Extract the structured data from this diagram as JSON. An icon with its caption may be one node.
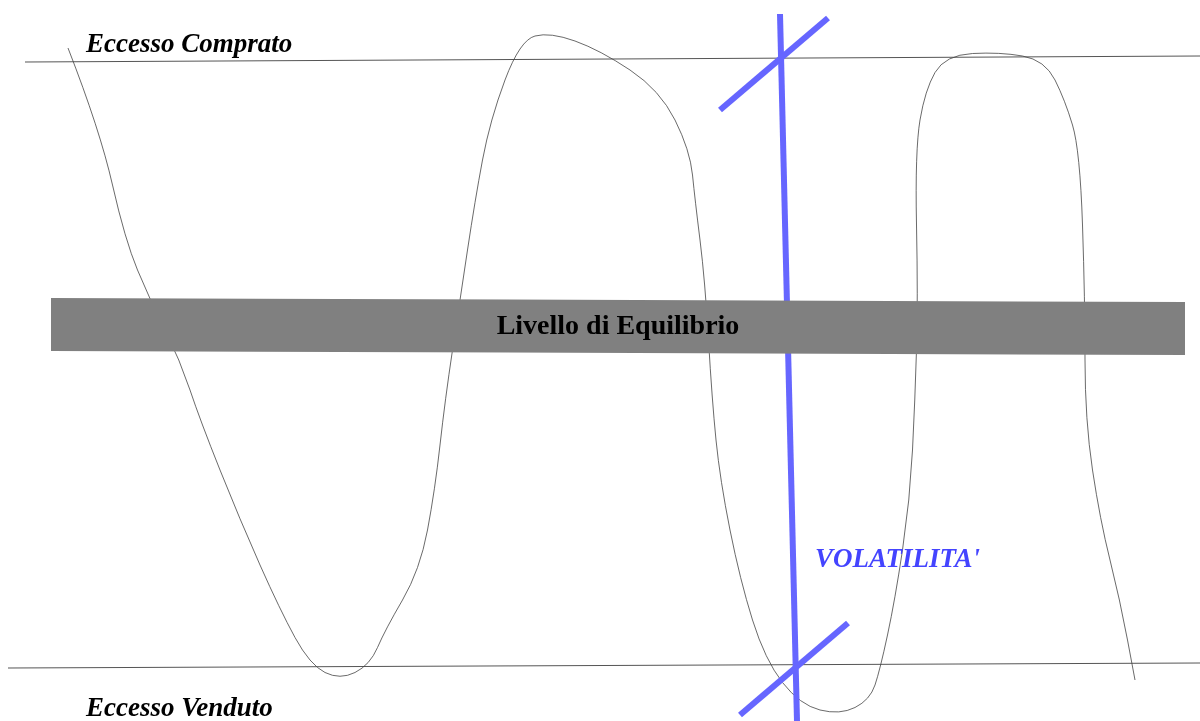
{
  "diagram": {
    "nodes": [
      {
        "text": [
          "Livello di Equilibrio"
        ]
      }
    ],
    "labels": [
      "Eccesso Comprato",
      "VOLATILITA'",
      "Eccesso Venduto"
    ]
  }
}
